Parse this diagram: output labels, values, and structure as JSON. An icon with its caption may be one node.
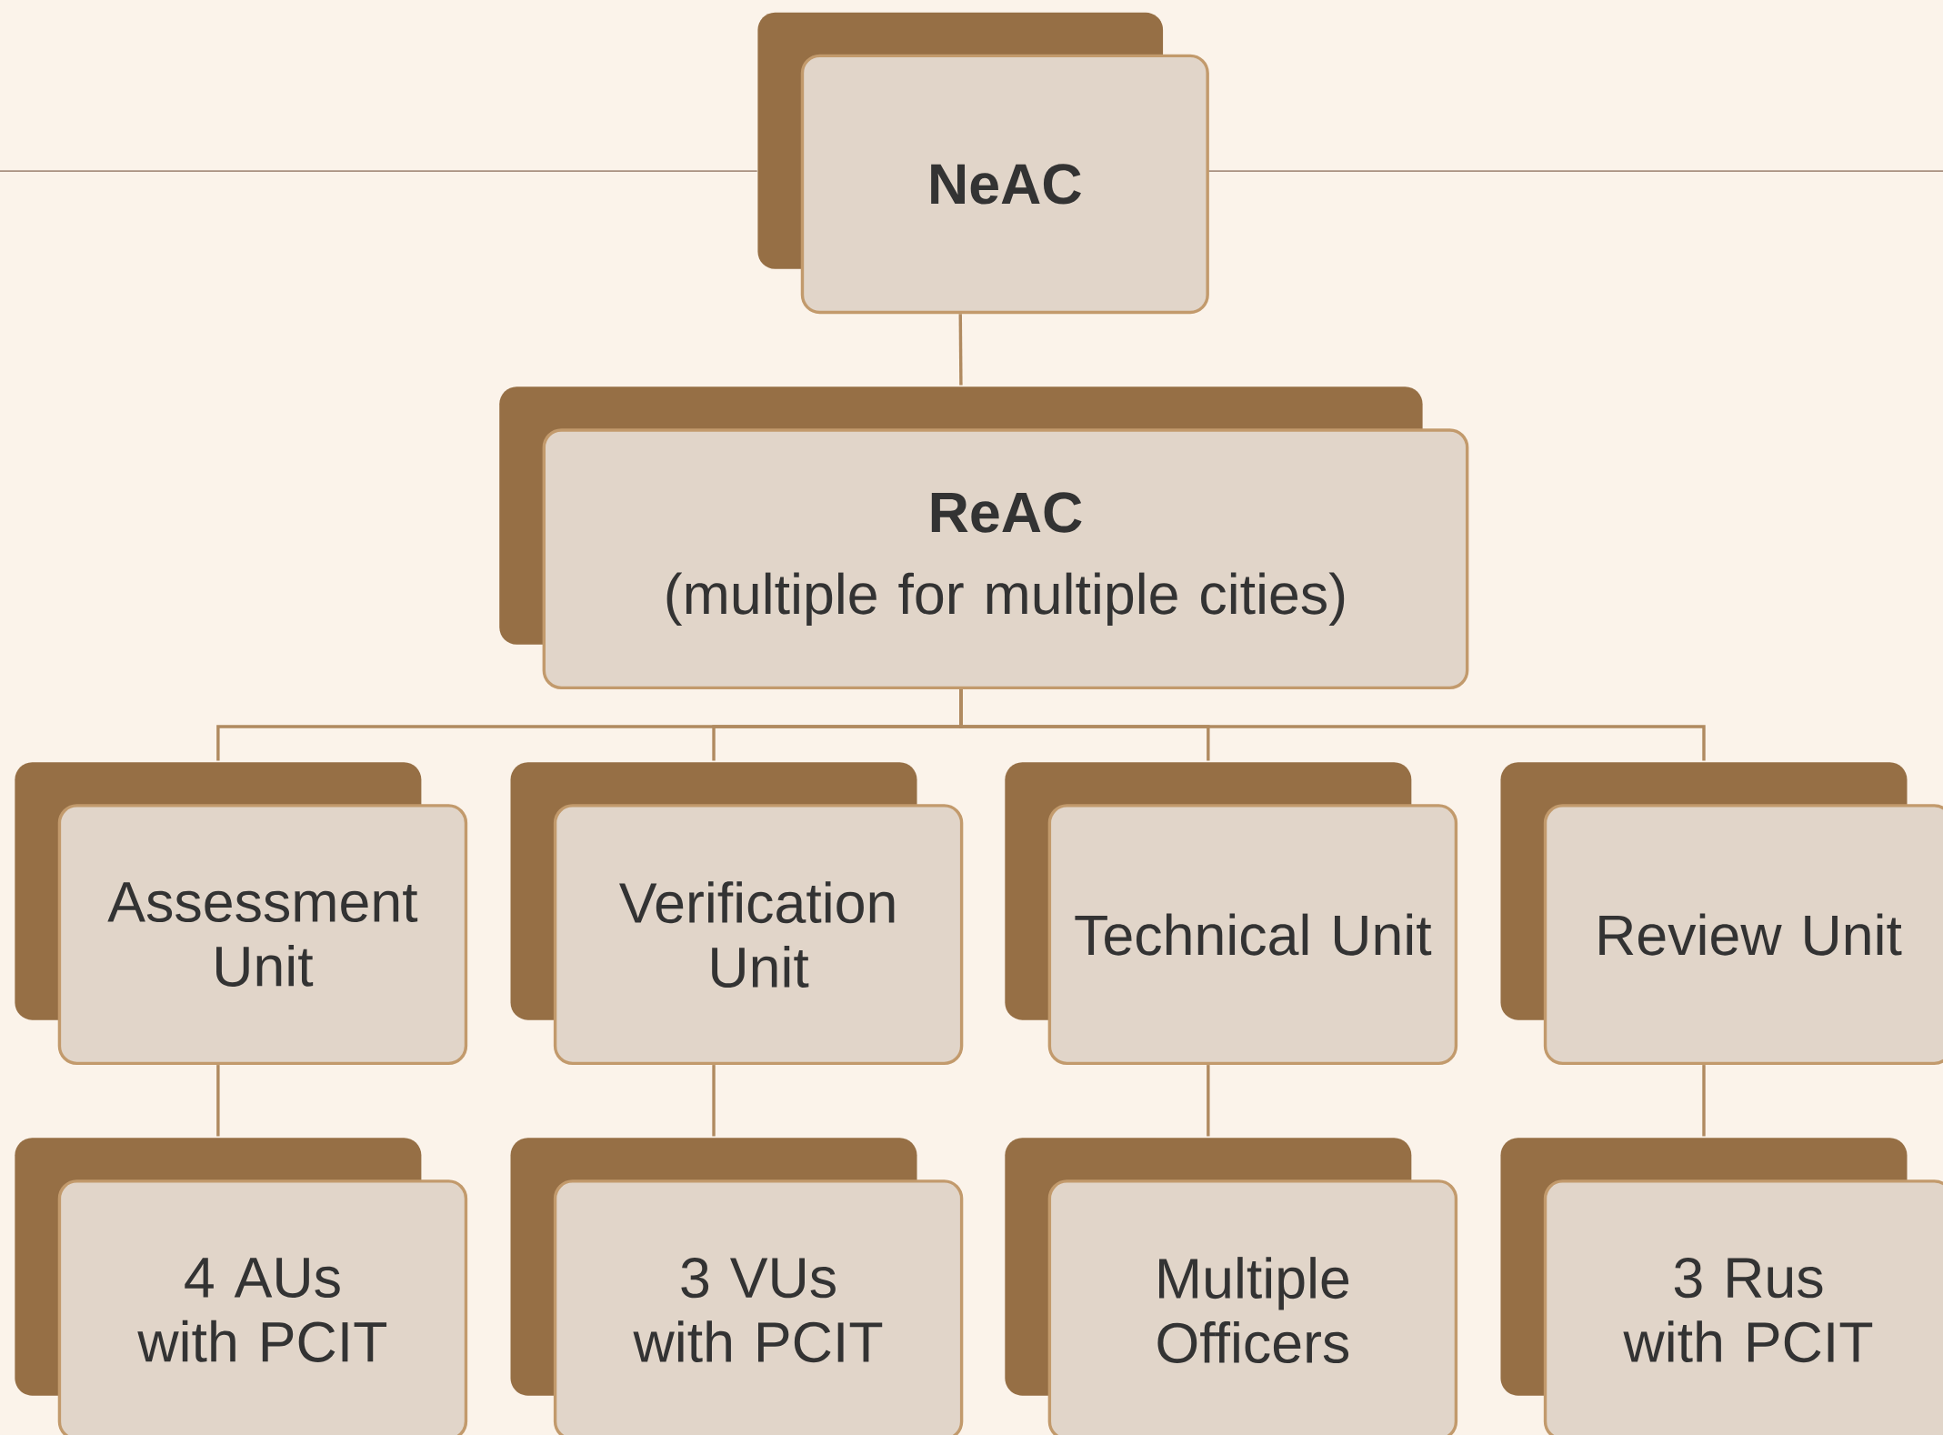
{
  "diagram": {
    "nodes": [
      {
        "text": [
          "NeAC"
        ]
      },
      {
        "text": [
          "ReAC",
          "(multiple for multiple cities)"
        ]
      },
      {
        "text": [
          "Assessment Unit"
        ]
      },
      {
        "text": [
          "Verification Unit"
        ]
      },
      {
        "text": [
          "Technical Unit"
        ]
      },
      {
        "text": [
          "Review Unit"
        ]
      },
      {
        "text": [
          "4 AUs with PCIT"
        ]
      },
      {
        "text": [
          "3 VUs with PCIT"
        ]
      },
      {
        "text": [
          "Multiple Officers"
        ]
      },
      {
        "text": [
          "3 Rus with PCIT"
        ]
      }
    ],
    "edges": [
      {
        "from": 0,
        "to": 1,
        "arrow": "none"
      },
      {
        "from": 1,
        "to": 2,
        "arrow": "none"
      },
      {
        "from": 1,
        "to": 3,
        "arrow": "none"
      },
      {
        "from": 1,
        "to": 4,
        "arrow": "none"
      },
      {
        "from": 1,
        "to": 5,
        "arrow": "none"
      },
      {
        "from": 2,
        "to": 6,
        "arrow": "none"
      },
      {
        "from": 3,
        "to": 7,
        "arrow": "none"
      },
      {
        "from": 4,
        "to": 8,
        "arrow": "none"
      },
      {
        "from": 5,
        "to": 9,
        "arrow": "none"
      }
    ]
  }
}
